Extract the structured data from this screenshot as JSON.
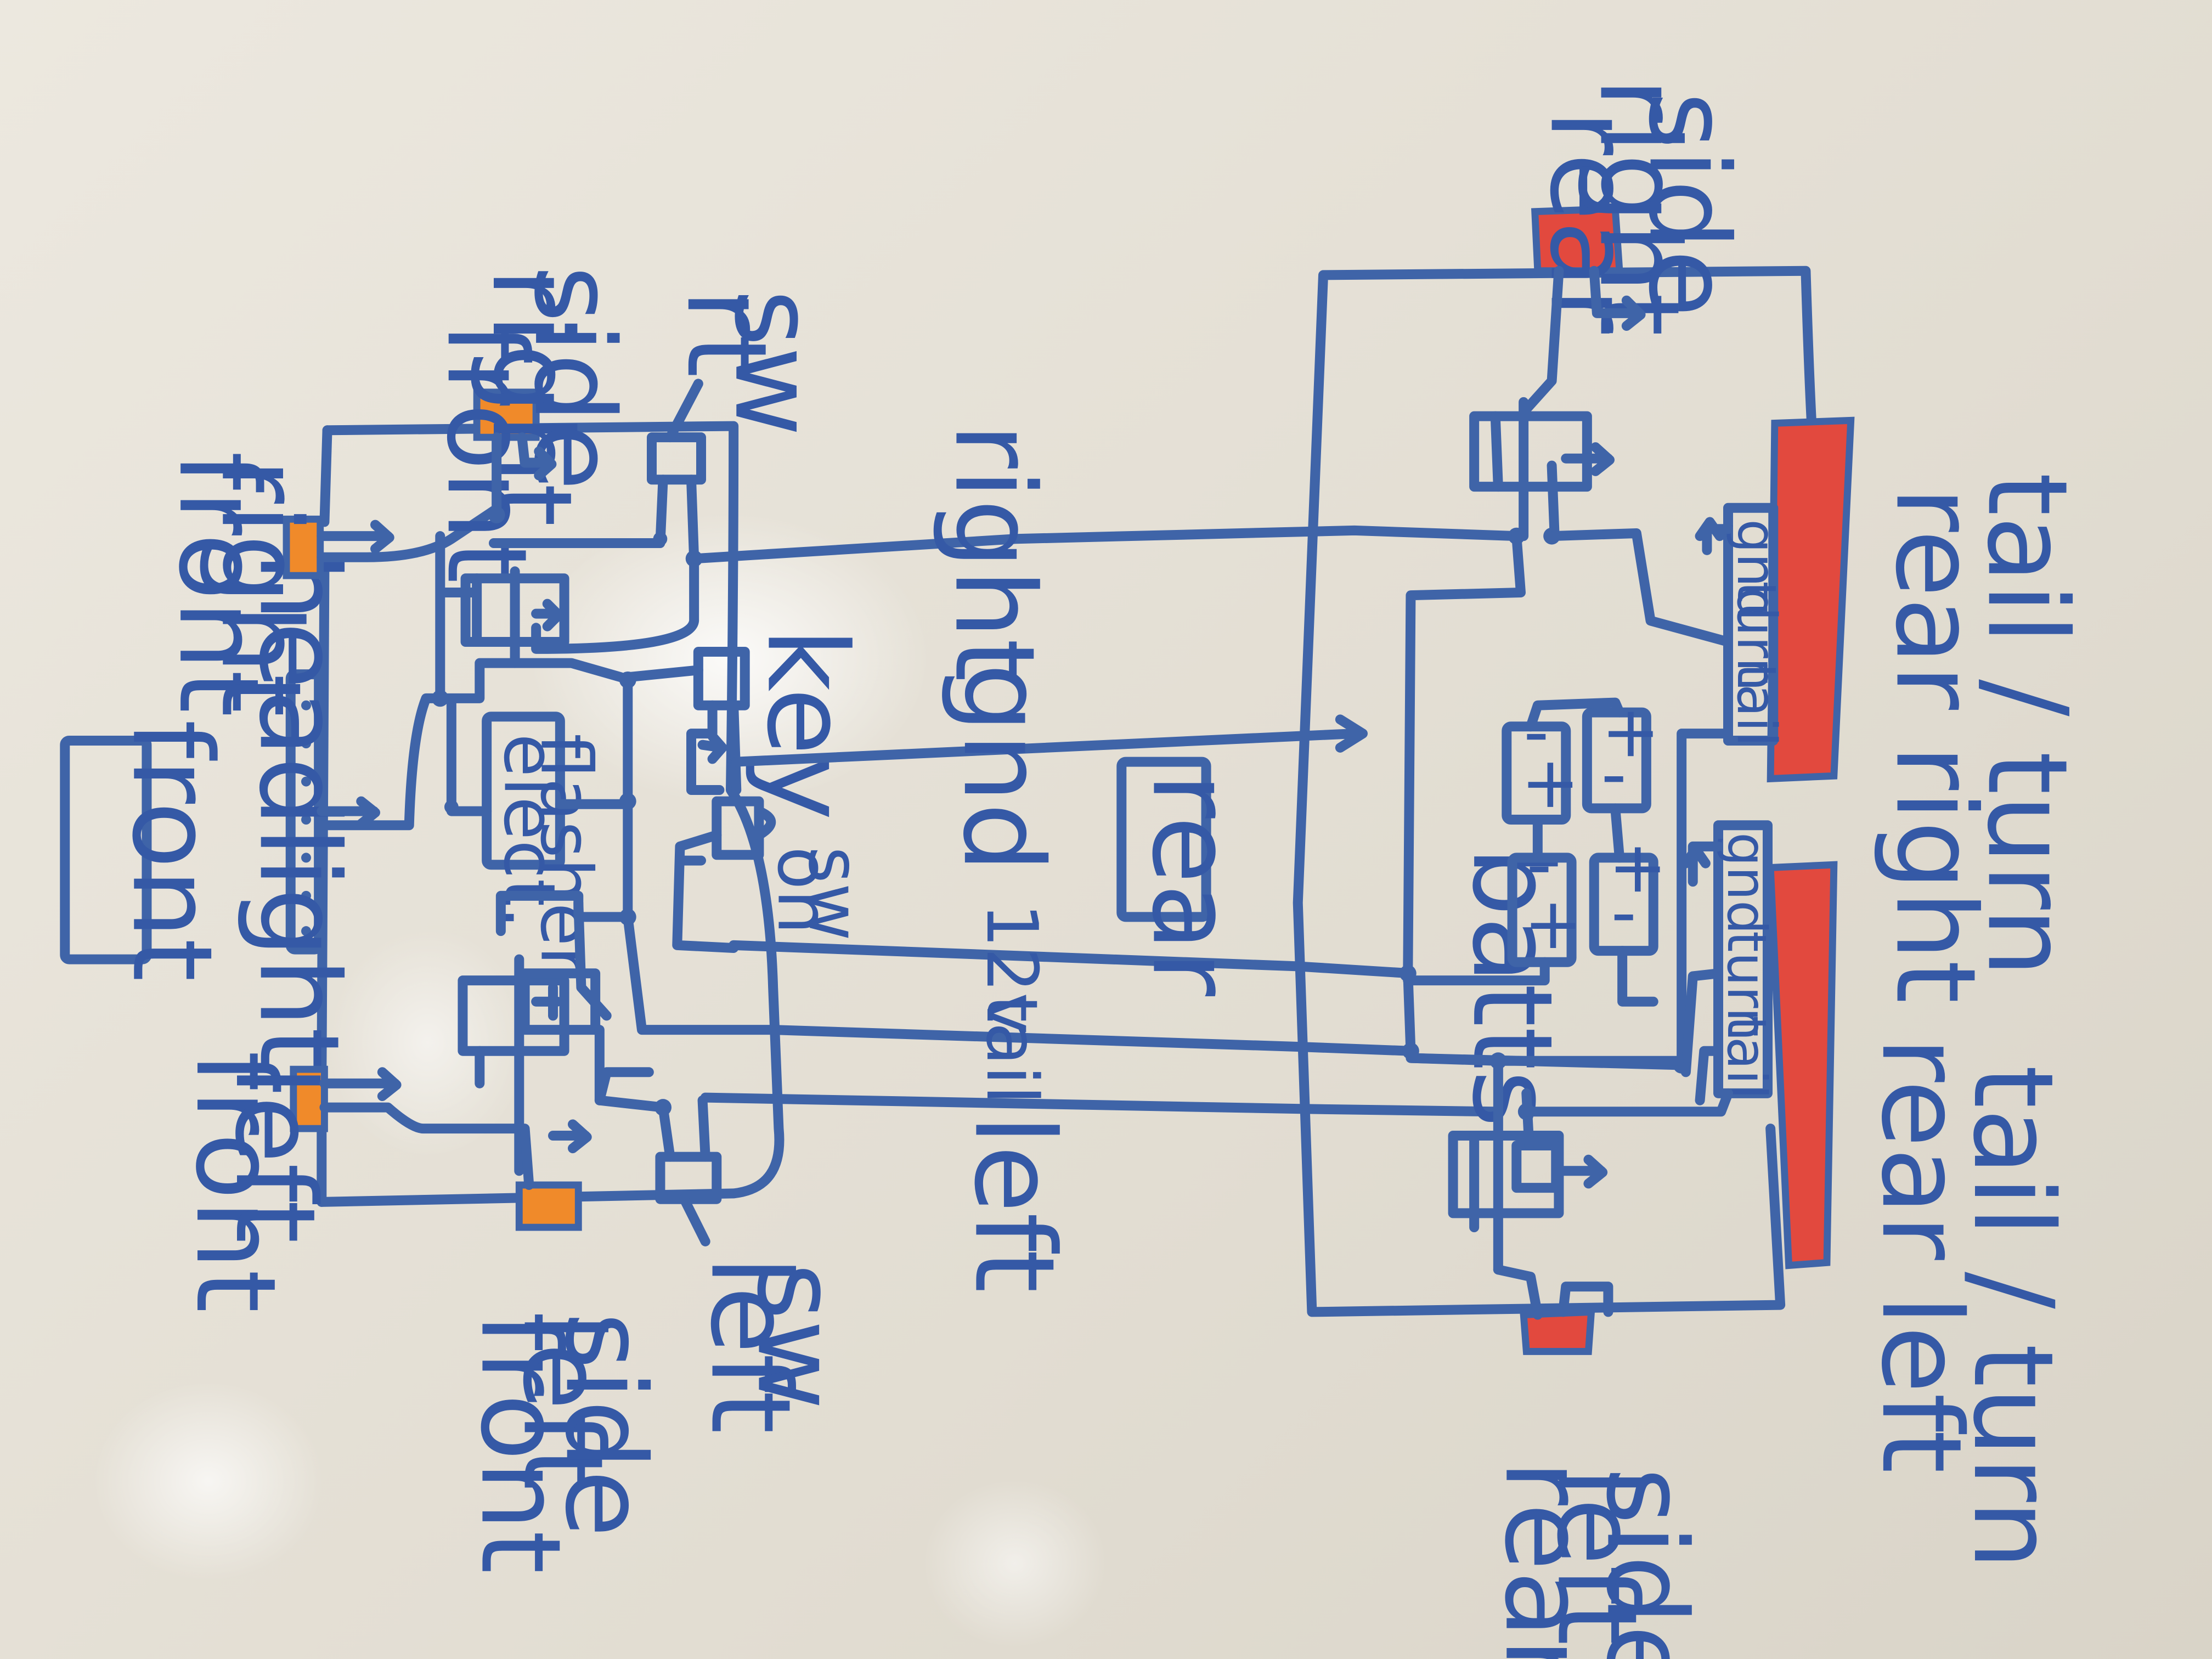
{
  "labels": {
    "front": "front",
    "headlight": "headlight",
    "front_right": [
      "front",
      "right"
    ],
    "front_right_side": [
      "front",
      "right",
      "side"
    ],
    "front_left": [
      "front",
      "left"
    ],
    "front_left_side": [
      "front",
      "left",
      "side"
    ],
    "rt_sw": [
      "rt",
      "sw"
    ],
    "left_sw": [
      "left",
      "sw"
    ],
    "key": "key",
    "on_sw": [
      "on",
      "sw"
    ],
    "elect_flasher": [
      "elect.",
      "flasher"
    ],
    "wire_right": "right",
    "wire_gnd": "gnd",
    "wire_12v": "12v",
    "wire_tail": "tail",
    "wire_left": "left",
    "rear": "rear",
    "batts": "batts",
    "rear_right_side": [
      "rear",
      "right",
      "side"
    ],
    "rear_left_side": [
      "rear",
      "left",
      "side"
    ],
    "rear_right_tail_turn": [
      "rear right",
      "tail / turn"
    ],
    "rear_left_tail_turn": [
      "rear left",
      "tail / turn"
    ],
    "pin_tail": "tail",
    "pin_turn": "turn",
    "pin_gnd": "gnd",
    "batt_plus": "+",
    "batt_minus": "-"
  },
  "colors": {
    "marker_blue": "#3f64a8",
    "front_lamp_orange": "#f08a2a",
    "rear_lamp_red": "#e2493e",
    "board": "#e7e3d9"
  }
}
